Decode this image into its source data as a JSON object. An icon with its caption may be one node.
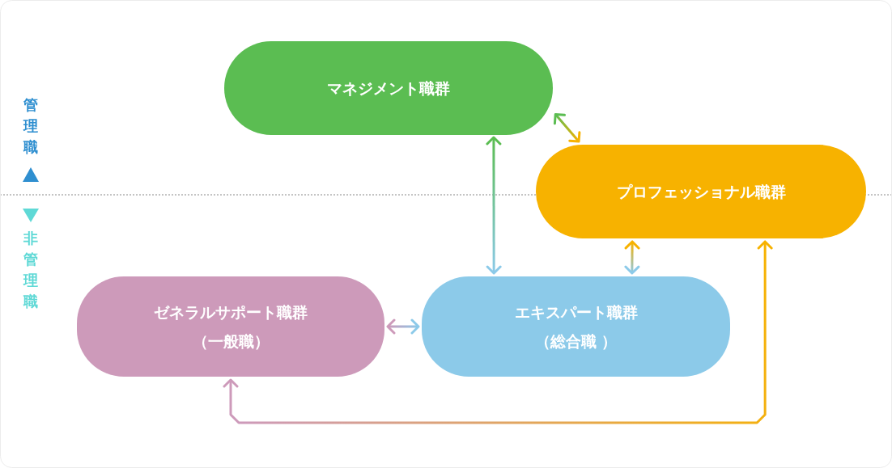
{
  "diagram": {
    "nodes": [
      {
        "text": [
          "マネジメント職群"
        ]
      },
      {
        "text": [
          "プロフェッショナル職群"
        ]
      },
      {
        "text": [
          "ゼネラルサポート職群",
          "（一般職）"
        ]
      },
      {
        "text": [
          "エキスパート職群",
          "（総合職 ）"
        ]
      }
    ],
    "edges": [
      {
        "from": 0,
        "to": 1,
        "arrow": "both"
      },
      {
        "from": 0,
        "to": 3,
        "arrow": "both"
      },
      {
        "from": 1,
        "to": 3,
        "arrow": "both"
      },
      {
        "from": 2,
        "to": 3,
        "arrow": "both"
      },
      {
        "from": 1,
        "to": 2,
        "arrow": "both"
      }
    ],
    "labels": [
      "管理職",
      "非管理職"
    ]
  }
}
